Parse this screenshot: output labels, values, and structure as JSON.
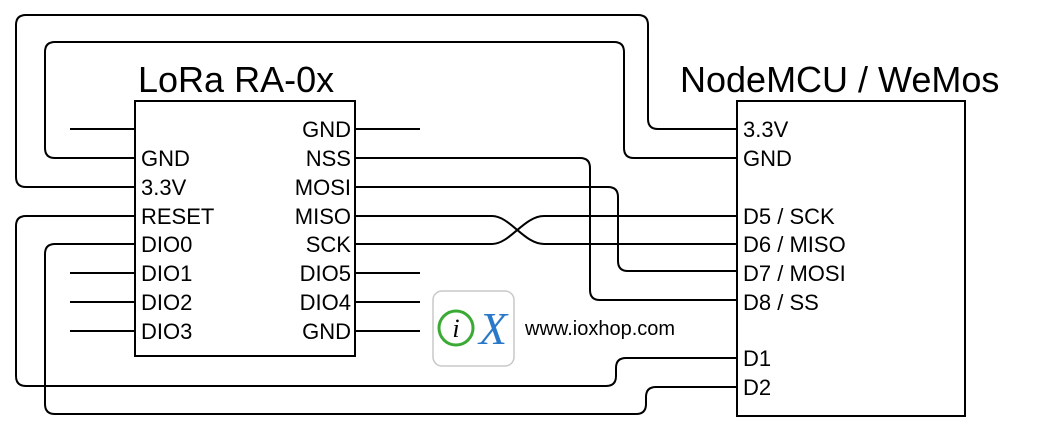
{
  "modules": {
    "lora": {
      "title": "LoRa RA-0x",
      "left_pins": [
        "GND",
        "3.3V",
        "RESET",
        "DIO0",
        "DIO1",
        "DIO2",
        "DIO3"
      ],
      "right_pins": [
        "GND",
        "NSS",
        "MOSI",
        "MISO",
        "SCK",
        "DIO5",
        "DIO4",
        "GND"
      ]
    },
    "nodemcu": {
      "title": "NodeMCU / WeMos",
      "pins": [
        "3.3V",
        "GND",
        "D5 / SCK",
        "D6 / MISO",
        "D7 / MOSI",
        "D8 / SS",
        "D1",
        "D2"
      ]
    }
  },
  "logo": {
    "letter_i": "i",
    "letter_x": "X",
    "url": "www.ioxhop.com"
  },
  "colors": {
    "line": "#000000",
    "logo_green": "#3aaa35",
    "logo_blue": "#2a78c9"
  }
}
